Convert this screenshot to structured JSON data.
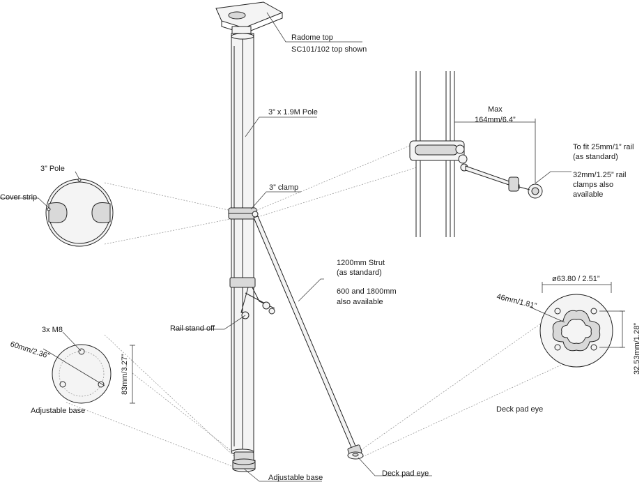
{
  "labels": {
    "radome_top": "Radome top",
    "radome_top_note": "SC101/102 top shown",
    "pole": "3” x 1.9M Pole",
    "clamp": "3” clamp",
    "three_inch_pole": "3” Pole",
    "cover_strip": "Cover strip",
    "max": "Max",
    "max_value": "164mm/6.4”",
    "rail_fit_1": "To fit 25mm/1” rail",
    "rail_fit_2": "(as standard)",
    "rail_alt_1": "32mm/1.25” rail",
    "rail_alt_2": "clamps also",
    "rail_alt_3": "available",
    "strut_1": "1200mm Strut",
    "strut_2": "(as standard)",
    "strut_alt_1": "600 and 1800mm",
    "strut_alt_2": "also available",
    "rail_stand_off": "Rail stand off",
    "m8": "3x M8",
    "base_diameter": "60mm/2.36”",
    "base_height": "83mm/3.27”",
    "adjustable_base_detail": "Adjustable base",
    "adjustable_base_bottom": "Adjustable base",
    "deck_pad_eye_bottom": "Deck pad eye",
    "pad_width": "ø63.80 / 2.51”",
    "pad_diagonal": "46mm/1.81”",
    "pad_height": "32.53mm/1.28”",
    "deck_pad_eye_detail": "Deck pad eye"
  }
}
